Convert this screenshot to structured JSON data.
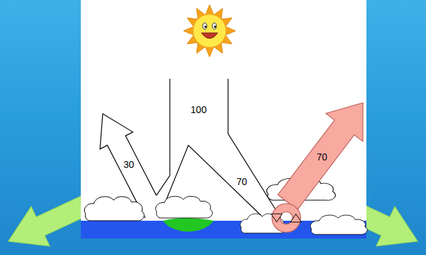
{
  "diagram": {
    "labels": [
      "100",
      "30",
      "70",
      "70"
    ]
  }
}
